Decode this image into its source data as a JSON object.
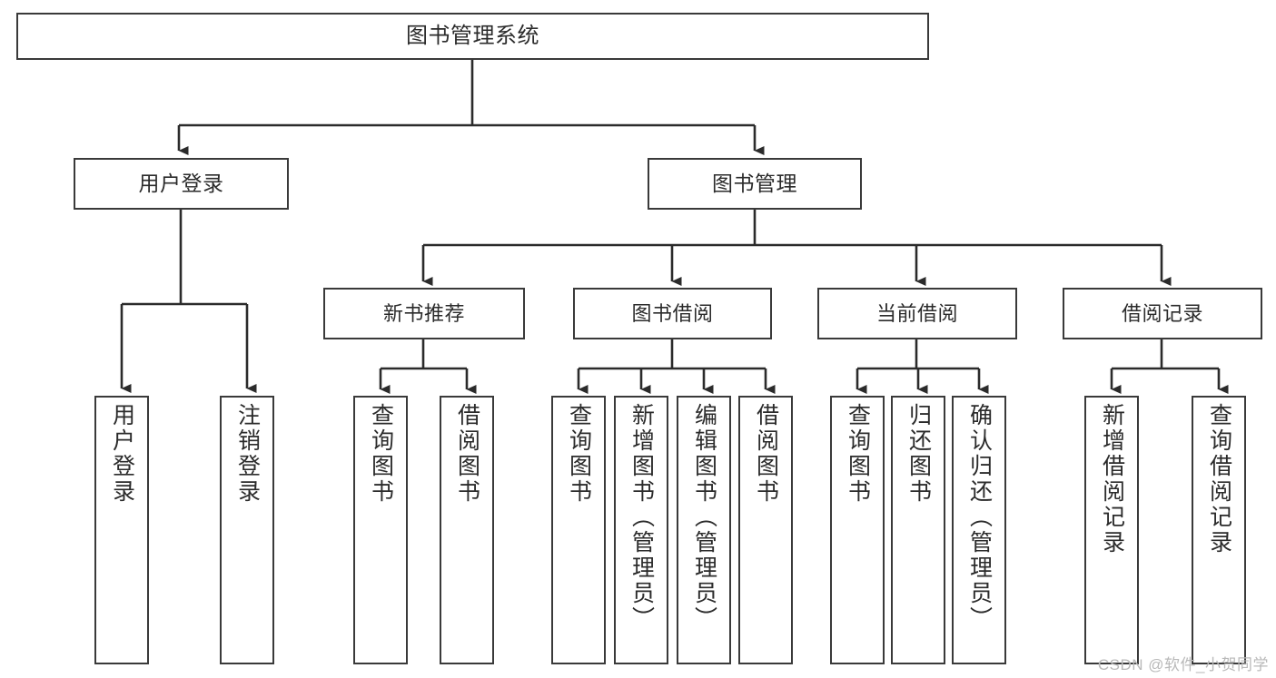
{
  "diagram": {
    "title": "图书管理系统",
    "type": "tree-hierarchy",
    "watermark": "CSDN @软件_小贺同学",
    "colors": {
      "background": "#ffffff",
      "box_border": "#3a3a3a",
      "connector": "#2b2b2b",
      "text": "#2b2b2b",
      "watermark": "#b9b9b9"
    },
    "root": {
      "label": "图书管理系统"
    },
    "level1": [
      {
        "label": "用户登录"
      },
      {
        "label": "图书管理"
      }
    ],
    "level2": [
      {
        "label": "新书推荐"
      },
      {
        "label": "图书借阅"
      },
      {
        "label": "当前借阅"
      },
      {
        "label": "借阅记录"
      }
    ],
    "leaves": {
      "user_login": [
        {
          "label": "用户登录"
        },
        {
          "label": "注销登录"
        }
      ],
      "new_book_recommend": [
        {
          "label": "查询图书"
        },
        {
          "label": "借阅图书"
        }
      ],
      "book_borrow": [
        {
          "label": "查询图书"
        },
        {
          "label": "新增图书（管理员）"
        },
        {
          "label": "编辑图书（管理员）"
        },
        {
          "label": "借阅图书"
        }
      ],
      "current_borrow": [
        {
          "label": "查询图书"
        },
        {
          "label": "归还图书"
        },
        {
          "label": "确认归还（管理员）"
        }
      ],
      "borrow_records": [
        {
          "label": "新增借阅记录"
        },
        {
          "label": "查询借阅记录"
        }
      ]
    }
  }
}
